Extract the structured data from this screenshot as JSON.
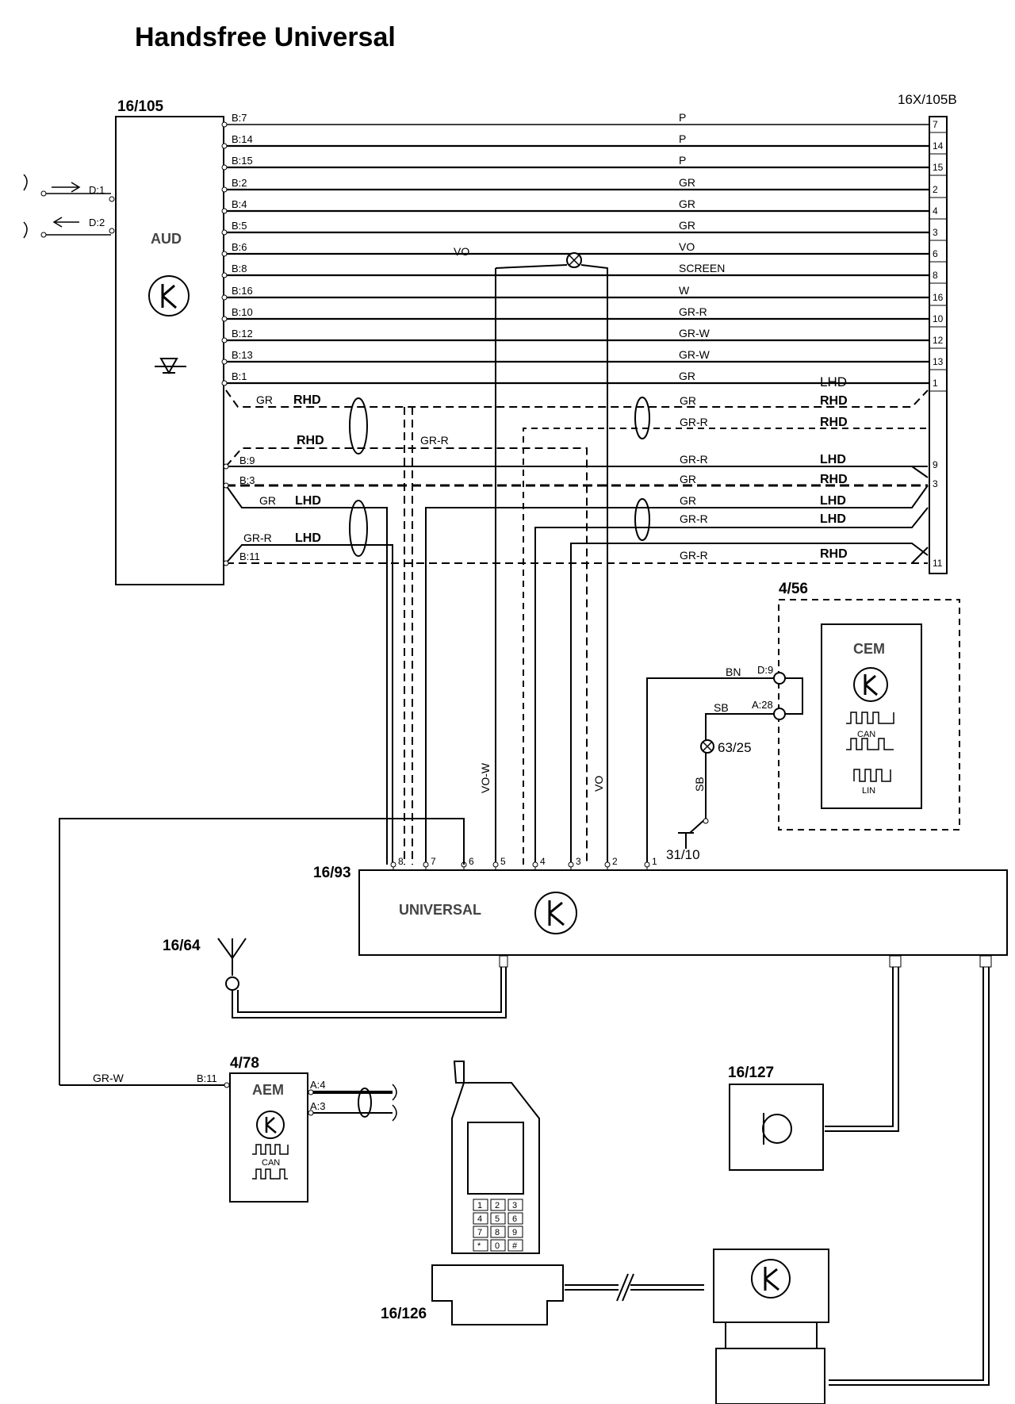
{
  "title": "Handsfree Universal",
  "components": {
    "aud_ref": "16/105",
    "aud_name": "AUD",
    "connector_ref": "16X/105B",
    "universal_ref": "16/93",
    "universal_name": "UNIVERSAL",
    "cem_ref": "4/56",
    "cem_name": "CEM",
    "cem_can": "CAN",
    "cem_lin": "LIN",
    "aem_ref": "4/78",
    "aem_name": "AEM",
    "aem_can": "CAN",
    "antenna_ref": "16/64",
    "mic_ref": "16/127",
    "phone_ref": "16/126",
    "splice_ref": "63/25",
    "ground_ref": "31/10"
  },
  "aud_left_pins": [
    "D:1",
    "D:2"
  ],
  "bus_wires": [
    {
      "pin": "B:7",
      "color": "P",
      "conn": "7"
    },
    {
      "pin": "B:14",
      "color": "P",
      "conn": "14"
    },
    {
      "pin": "B:15",
      "color": "P",
      "conn": "15"
    },
    {
      "pin": "B:2",
      "color": "GR",
      "conn": "2"
    },
    {
      "pin": "B:4",
      "color": "GR",
      "conn": "4"
    },
    {
      "pin": "B:5",
      "color": "GR",
      "conn": "3"
    },
    {
      "pin": "B:6",
      "color": "VO",
      "conn": "6"
    },
    {
      "pin": "B:8",
      "color": "SCREEN",
      "conn": "8"
    },
    {
      "pin": "B:16",
      "color": "W",
      "conn": "16"
    },
    {
      "pin": "B:10",
      "color": "GR-R",
      "conn": "10"
    },
    {
      "pin": "B:12",
      "color": "GR-W",
      "conn": "12"
    },
    {
      "pin": "B:13",
      "color": "GR-W",
      "conn": "13"
    },
    {
      "pin": "B:1",
      "color": "GR",
      "conn": "1"
    }
  ],
  "b6_left_color": "VO",
  "lower_pins": [
    "B:9",
    "B:3",
    "B:11"
  ],
  "lower_conns": [
    "9",
    "3",
    "11"
  ],
  "lower_labels": {
    "gr1": "GR",
    "rhd1": "RHD",
    "rhd2": "RHD",
    "grr_mid": "GR-R",
    "gr3": "GR",
    "lhd3": "LHD",
    "grr4": "GR-R",
    "lhd4": "LHD",
    "lhd_plain": "LHD",
    "r_gr1": "GR",
    "r_rhd1": "RHD",
    "r_grr2": "GR-R",
    "r_rhd2": "RHD",
    "r_grr3": "GR-R",
    "r_lhd3": "LHD",
    "r_gr4": "GR",
    "r_rhd4": "RHD",
    "r_gr5": "GR",
    "r_lhd5": "LHD",
    "r_grr6": "GR-R",
    "r_lhd6": "LHD",
    "r_grr7": "GR-R",
    "r_rhd7": "RHD"
  },
  "universal_pins": [
    "8",
    "7",
    "6",
    "5",
    "4",
    "3",
    "2",
    "1"
  ],
  "vertical_labels": {
    "vow": "VO-W",
    "vo": "VO",
    "sb": "SB"
  },
  "cem_pins": {
    "d9": "D:9",
    "a28": "A:28",
    "bn": "BN",
    "sb": "SB"
  },
  "aem_pins": {
    "b11": "B:11",
    "a4": "A:4",
    "a3": "A:3",
    "grw": "GR-W"
  },
  "keypad": [
    "1",
    "2",
    "3",
    "4",
    "5",
    "6",
    "7",
    "8",
    "9",
    "*",
    "0",
    "#"
  ]
}
